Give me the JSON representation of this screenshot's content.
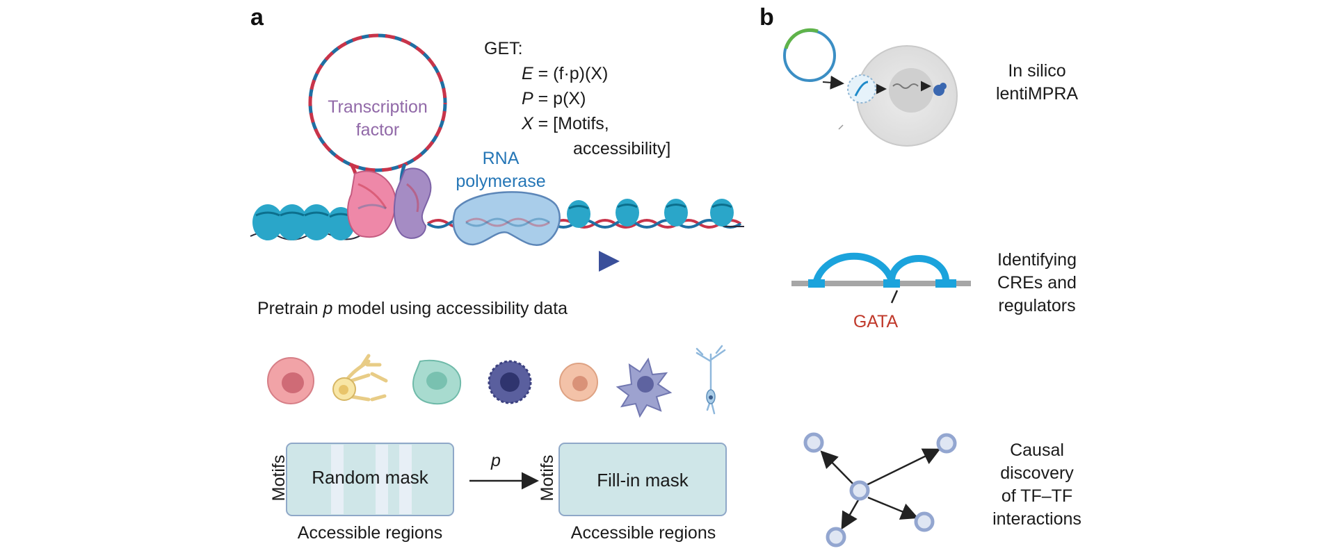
{
  "panel_a": {
    "letter": "a",
    "tf_label_1": "Transcription",
    "tf_label_2": "factor",
    "rnap_label_1": "RNA",
    "rnap_label_2": "polymerase",
    "get_title": "GET:",
    "eq1_lhs": "E",
    "eq1_rhs": " = (f·p)(X)",
    "eq2_lhs": "P",
    "eq2_rhs": " = p(X)",
    "eq3_lhs": "X",
    "eq3_rhs": " = [Motifs,",
    "eq4": "accessibility]",
    "pretrain_before": "Pretrain ",
    "pretrain_p": "p",
    "pretrain_after": " model using accessibility data",
    "random_mask": "Random mask",
    "fill_in_mask": "Fill-in mask",
    "motifs_left": "Motifs",
    "motifs_right": "Motifs",
    "accessible_left": "Accessible regions",
    "accessible_right": "Accessible regions",
    "arrow_label": "p",
    "colors": {
      "dna_red": "#c8344a",
      "dna_blue": "#1f6fa3",
      "tf_pink": "#ee88a8",
      "tf_purple": "#a58cc4",
      "rnap_blue": "#a9cdea",
      "nucleosome": "#2aa6c9",
      "mask_fill": "#cfe6e8",
      "mask_stroke": "#8fa8c8"
    }
  },
  "panel_b": {
    "letter": "b",
    "lenti_label_1": "In silico",
    "lenti_label_2": "lentiMPRA",
    "cre_label_1": "Identifying",
    "cre_label_2": "CREs and",
    "cre_label_3": "regulators",
    "gata_label": "GATA",
    "causal_label_1": "Causal",
    "causal_label_2": "discovery",
    "causal_label_3": "of TF–TF",
    "causal_label_4": "interactions",
    "colors": {
      "arc_blue": "#1ba3dc",
      "gata_red": "#c0392b",
      "node_fill": "#dfe6f3",
      "node_stroke": "#93a6d0"
    }
  }
}
